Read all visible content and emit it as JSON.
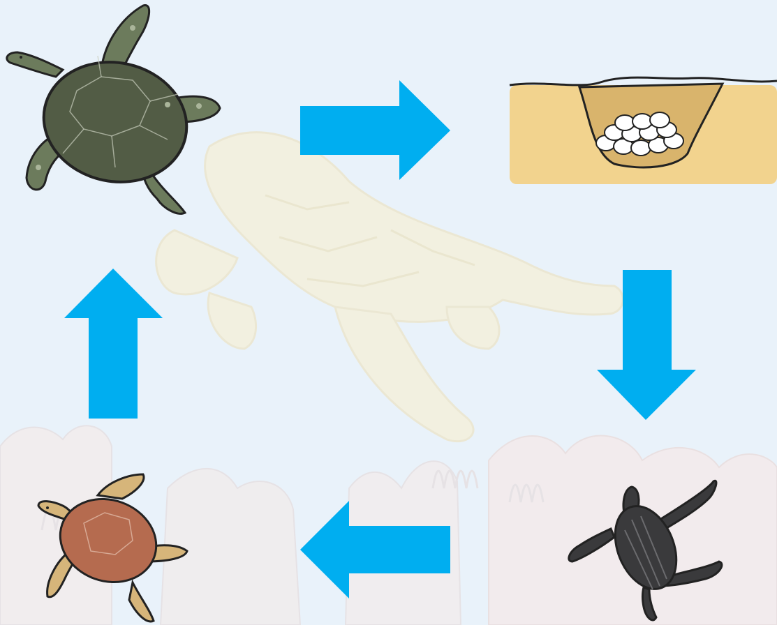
{
  "diagram": {
    "type": "life-cycle",
    "stages": [
      {
        "icon": "adult-green-turtle-icon"
      },
      {
        "icon": "egg-nest-icon"
      },
      {
        "icon": "leatherback-hatchling-icon"
      },
      {
        "icon": "juvenile-turtle-icon"
      }
    ],
    "arrows": [
      {
        "icon": "arrow-right-icon",
        "from": "adult-green-turtle-icon",
        "to": "egg-nest-icon"
      },
      {
        "icon": "arrow-down-icon",
        "from": "egg-nest-icon",
        "to": "leatherback-hatchling-icon"
      },
      {
        "icon": "arrow-left-icon",
        "from": "leatherback-hatchling-icon",
        "to": "juvenile-turtle-icon"
      },
      {
        "icon": "arrow-up-icon",
        "from": "juvenile-turtle-icon",
        "to": "adult-green-turtle-icon"
      }
    ]
  },
  "colors": {
    "background": "#e9f2fa",
    "arrow": "#00aef0",
    "adult_shell": "#525c45",
    "adult_skin": "#6c7b5c",
    "sand": "#f2d38e",
    "sand_dark": "#d9b46c",
    "egg": "#ffffff",
    "juvenile_shell": "#b56b4f",
    "juvenile_skin": "#d6b57a",
    "hatchling": "#3a3a3c",
    "watermark": "#f3efd9",
    "coral": "#f3ecec"
  },
  "background_images": [
    "hawksbill-turtle-watermark",
    "coral-reef-watermark"
  ]
}
